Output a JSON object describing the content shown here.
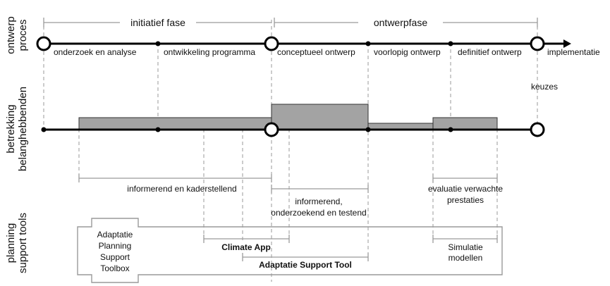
{
  "side_labels": {
    "process": [
      "ontwerp",
      "proces"
    ],
    "stakeholders": [
      "betrekking",
      "belanghebbenden"
    ],
    "tools": [
      "planning",
      "support tools"
    ]
  },
  "phases": {
    "initiation": "initiatief fase",
    "design": "ontwerpfase"
  },
  "process_steps": [
    "onderzoek en analyse",
    "ontwikkeling programma",
    "conceptueel ontwerp",
    "voorlopig ontwerp",
    "definitief ontwerp",
    "implementatie"
  ],
  "choices_label": "keuzes",
  "involvement": {
    "label_1": "informerend en kaderstellend",
    "label_2": [
      "informerend,",
      "onderzoekend en testend"
    ],
    "label_3": [
      "evaluatie verwachte",
      "prestaties"
    ]
  },
  "tools": {
    "toolbox": [
      "Adaptatie",
      "Planning",
      "Support",
      "Toolbox"
    ],
    "climate_app": "Climate App",
    "support_tool": "Adaptatie Support Tool",
    "simulation": [
      "Simulatie",
      "modellen"
    ]
  }
}
